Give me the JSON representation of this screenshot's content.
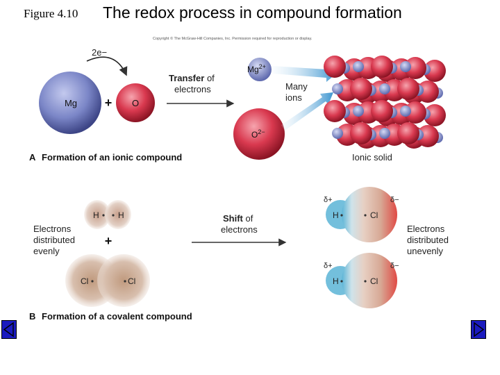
{
  "header": {
    "figure_number": "Figure 4.10",
    "title": "The redox process in compound formation",
    "copyright": "Copyright © The McGraw-Hill Companies, Inc. Permission required for reproduction or display."
  },
  "part_a": {
    "electrons_label": "2e−",
    "mg_label": "Mg",
    "plus": "+",
    "o_label": "O",
    "transfer_bold": "Transfer",
    "transfer_rest": "of",
    "transfer_line2": "electrons",
    "mg_ion_base": "Mg",
    "mg_ion_charge": "2+",
    "o_ion_base": "O",
    "o_ion_charge": "2−",
    "many_ions_line1": "Many",
    "many_ions_line2": "ions",
    "ionic_solid": "Ionic solid",
    "caption_letter": "A",
    "caption": "Formation of an ionic compound",
    "colors": {
      "mg": "#7b86c7",
      "o": "#d9394f",
      "arrow_blue": "#5aa6d6"
    }
  },
  "part_b": {
    "h2_left": "H",
    "h2_right": "H",
    "plus": "+",
    "cl2_left": "Cl",
    "cl2_right": "Cl",
    "even_line1": "Electrons",
    "even_line2": "distributed",
    "even_line3": "evenly",
    "shift_bold": "Shift",
    "shift_rest": "of",
    "shift_line2": "electrons",
    "hcl_h": "H",
    "hcl_cl": "Cl",
    "delta_plus": "δ+",
    "delta_minus": "δ−",
    "uneven_line1": "Electrons",
    "uneven_line2": "distributed",
    "uneven_line3": "unevenly",
    "caption_letter": "B",
    "caption": "Formation of a covalent compound"
  },
  "navigation": {
    "prev_icon": "left-triangle-icon",
    "next_icon": "right-triangle-icon"
  }
}
